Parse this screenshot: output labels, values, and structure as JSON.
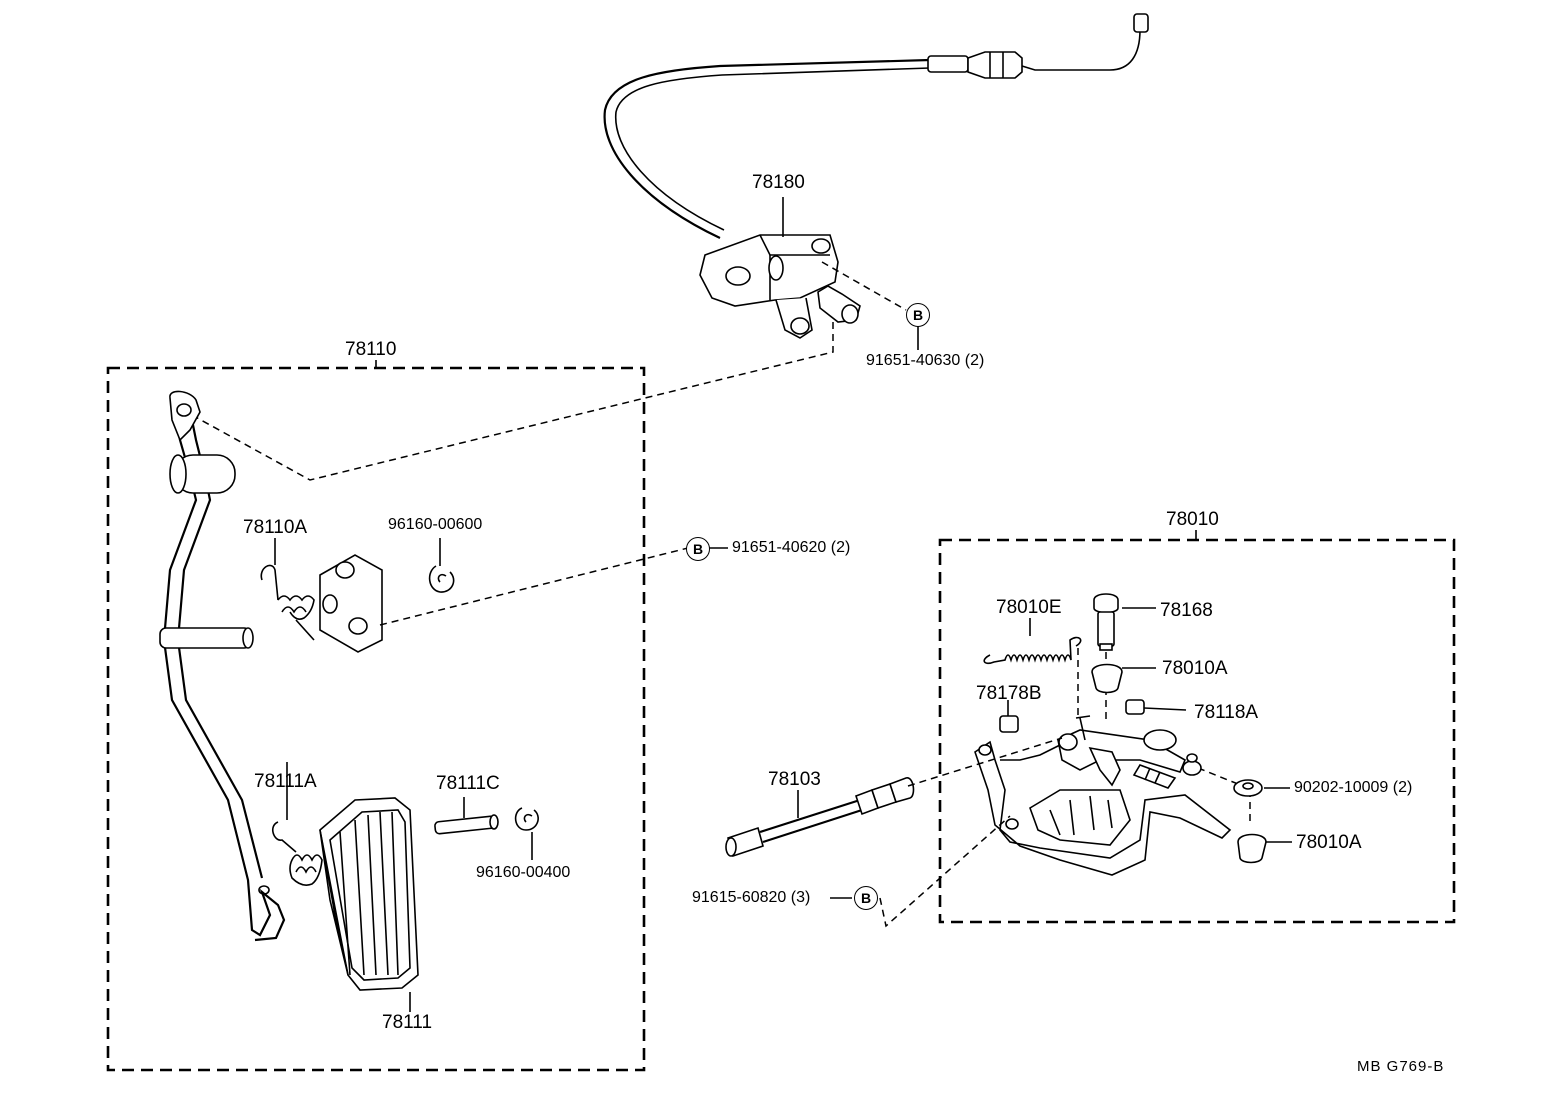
{
  "labels": {
    "p78180": "78180",
    "p91651_40630": "91651-40630 (2)",
    "p78110": "78110",
    "p78110A": "78110A",
    "p96160_00600": "96160-00600",
    "p91651_40620": "91651-40620 (2)",
    "p78111A": "78111A",
    "p78111C": "78111C",
    "p96160_00400": "96160-00400",
    "p78111": "78111",
    "p78010": "78010",
    "p78010E": "78010E",
    "p78168": "78168",
    "p78010A_top": "78010A",
    "p78178B": "78178B",
    "p78118A": "78118A",
    "p78103": "78103",
    "p90202_10009": "90202-10009 (2)",
    "p78010A_bottom": "78010A",
    "p91615_60820": "91615-60820 (3)"
  },
  "callouts": {
    "b1": "B",
    "b2": "B",
    "b3": "B"
  },
  "reference": "MB  G769-B"
}
